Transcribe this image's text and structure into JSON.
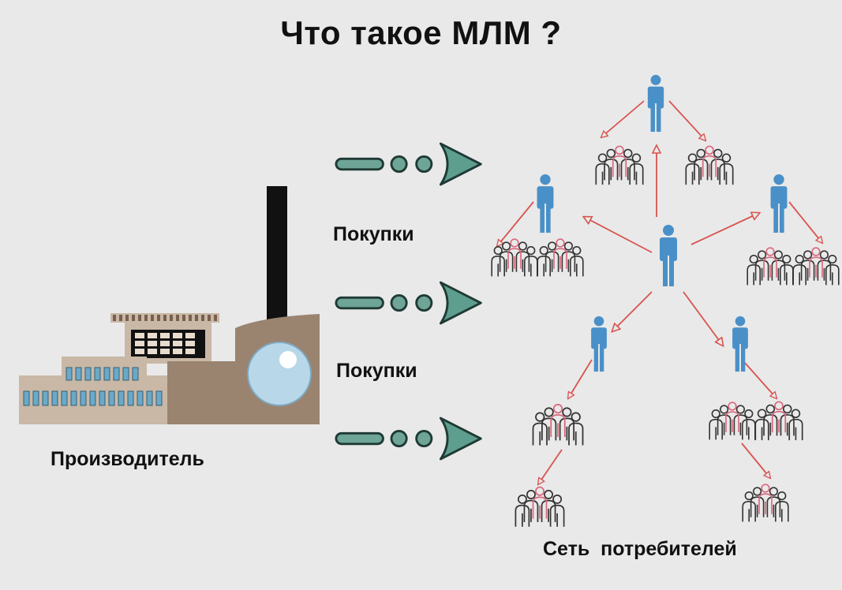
{
  "title": "Что такое МЛМ ?",
  "labels": {
    "producer": "Производитель",
    "purchases_top": "Покупки",
    "purchases_mid": "Покупки",
    "network": "Сеть  потребителей"
  },
  "colors": {
    "background": "#e9e9e9",
    "person_blue": "#4a90c8",
    "arrow_red": "#d9534f",
    "flow_teal": "#5e9e8f",
    "factory_brown": "#9a8470",
    "crowd_outline": "#333333",
    "crowd_pink": "#d9667a"
  },
  "icons": {
    "factory": "factory-icon",
    "flow_arrow": "flow-arrow-icon",
    "person": "person-icon",
    "crowd": "crowd-icon"
  }
}
